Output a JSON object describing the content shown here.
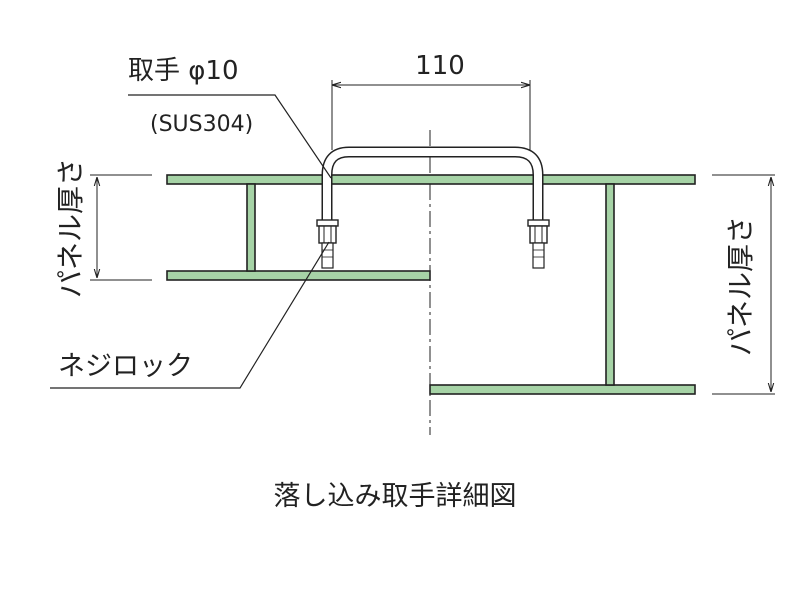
{
  "labels": {
    "handle": "取手 φ10",
    "material": "(SUS304)",
    "dimension": "110",
    "panel_thickness_left": "パネル厚さ",
    "panel_thickness_right": "パネル厚さ",
    "lock_nut": "ネジロック",
    "caption": "落し込み取手詳細図"
  },
  "colors": {
    "panel_fill": "#a6d3a6",
    "line": "#222222"
  }
}
